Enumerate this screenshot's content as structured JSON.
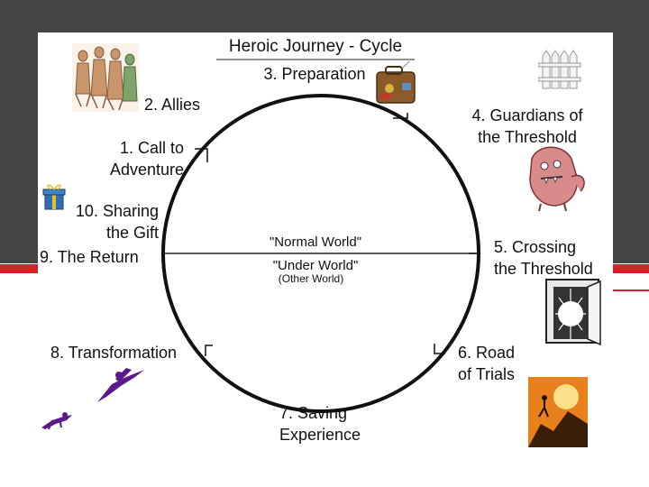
{
  "title": "Heroic Journey - Cycle",
  "stages": {
    "s1": [
      "1. Call to",
      "Adventure"
    ],
    "s2": "2. Allies",
    "s3": "3. Preparation",
    "s4": [
      "4. Guardians of",
      "the Threshold"
    ],
    "s5": [
      "5. Crossing",
      "the Threshold"
    ],
    "s6": [
      "6. Road",
      "of Trials"
    ],
    "s7": [
      "7. Saving",
      "Experience"
    ],
    "s8": "8. Transformation",
    "s9": "9. The Return",
    "s10": [
      "10. Sharing",
      "the Gift"
    ]
  },
  "worlds": {
    "normal": "\"Normal World\"",
    "under": "\"Under World\"",
    "other": "(Other World)"
  },
  "colors": {
    "frame": "#444444",
    "accent": "#d42127",
    "figure_purple": "#5b1a8c"
  },
  "illustrations": [
    "allies-people",
    "suitcase",
    "fence",
    "guardian-monster",
    "doorway-light",
    "gift-box",
    "climber-sunset",
    "transformation-figures"
  ]
}
